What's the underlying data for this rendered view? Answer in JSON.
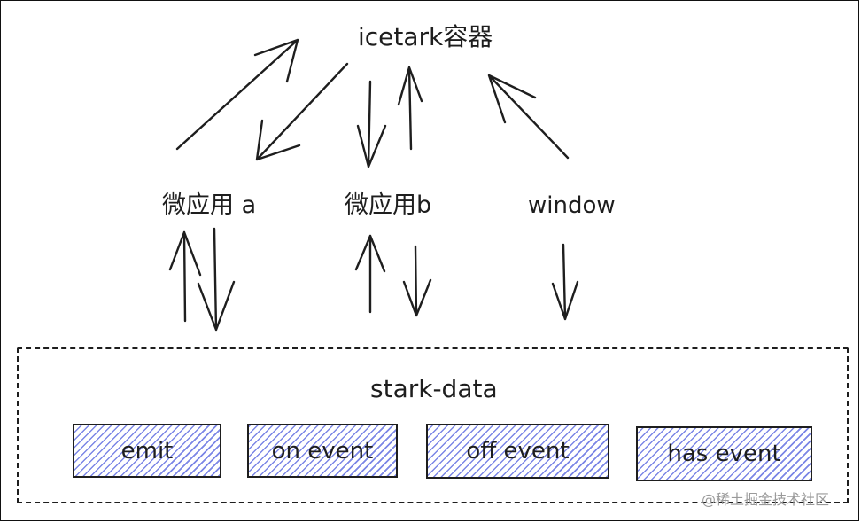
{
  "nodes": {
    "container": "icetark容器",
    "app_a": "微应用 a",
    "app_b": "微应用b",
    "window": "window",
    "stark_data": "stark-data"
  },
  "methods": [
    {
      "label": "emit"
    },
    {
      "label": "on event"
    },
    {
      "label": "off event"
    },
    {
      "label": "has event"
    }
  ],
  "watermark": "@稀土掘金技术社区",
  "colors": {
    "ink": "#1e1e1e",
    "hatch": "#7b86e6"
  }
}
